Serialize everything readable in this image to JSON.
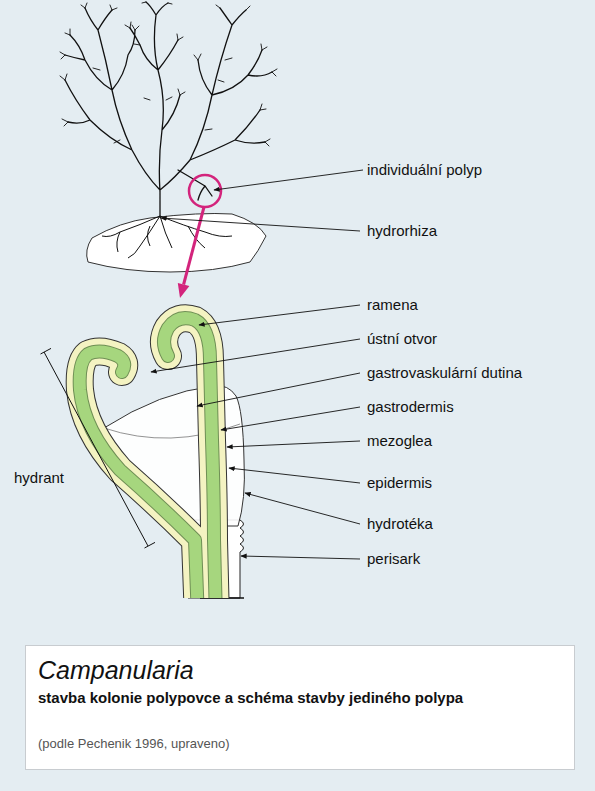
{
  "diagram": {
    "nodes": [
      {
        "text": [
          "Campanularia",
          "stavba kolonie polypovce a schéma stavby jediného polypa",
          "(podle Pechenik 1996, upraveno)"
        ]
      }
    ],
    "labels": [
      "individuální polyp",
      "hydrorhiza",
      "ramena",
      "ústní otvor",
      "gastrovaskulární dutina",
      "gastrodermis",
      "mezoglea",
      "epidermis",
      "hydrotéka",
      "perisark",
      "hydrant"
    ]
  }
}
